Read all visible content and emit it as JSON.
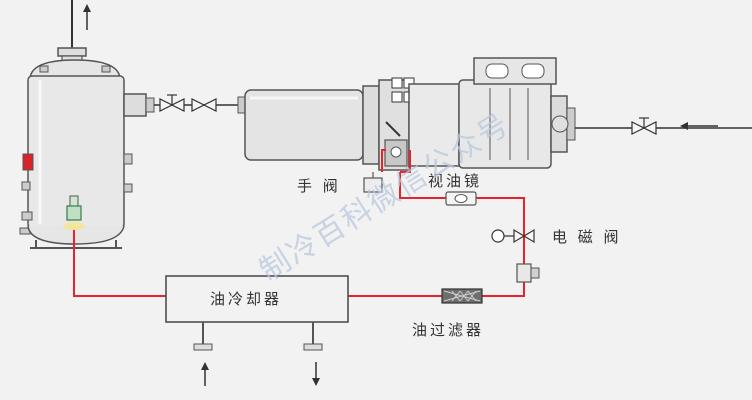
{
  "labels": {
    "hand_valve": "手 阀",
    "sight_glass": "视油镜",
    "solenoid_valve": "电 磁 阀",
    "oil_cooler": "油冷却器",
    "oil_filter": "油过滤器"
  },
  "watermark": "制冷百科微信公众号",
  "colors": {
    "oil_line": "#e8232a",
    "equipment_outline": "#555555",
    "equipment_fill": "#e6e6e6",
    "refrigerant_line": "#333333"
  }
}
